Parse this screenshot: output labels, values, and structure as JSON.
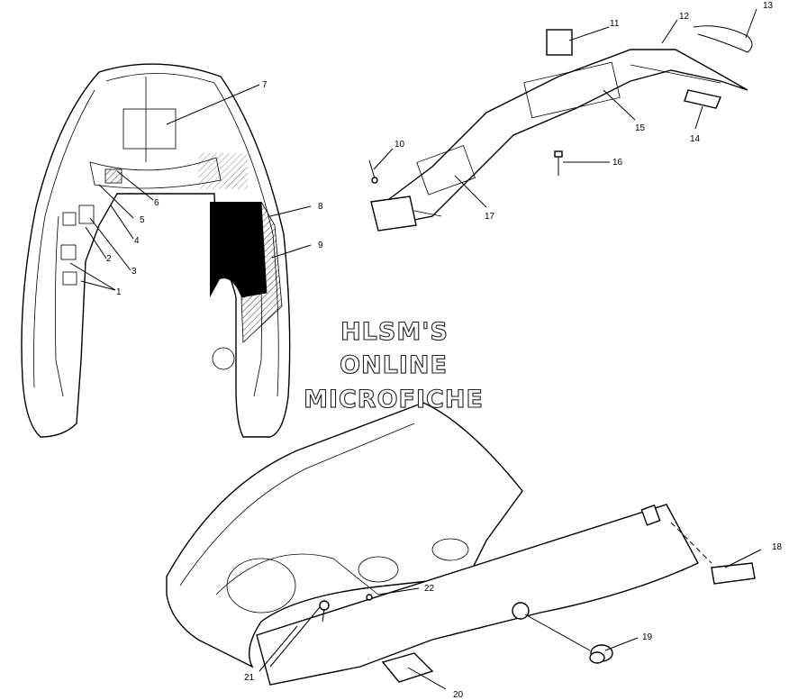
{
  "watermark": {
    "line1": "HLSM'S",
    "line2": "ONLINE",
    "line3": "MICROFICHE"
  },
  "callouts": [
    "1",
    "2",
    "3",
    "4",
    "5",
    "6",
    "7",
    "8",
    "9",
    "10",
    "11",
    "12",
    "13",
    "14",
    "15",
    "16",
    "17",
    "18",
    "19",
    "20",
    "21",
    "22"
  ]
}
